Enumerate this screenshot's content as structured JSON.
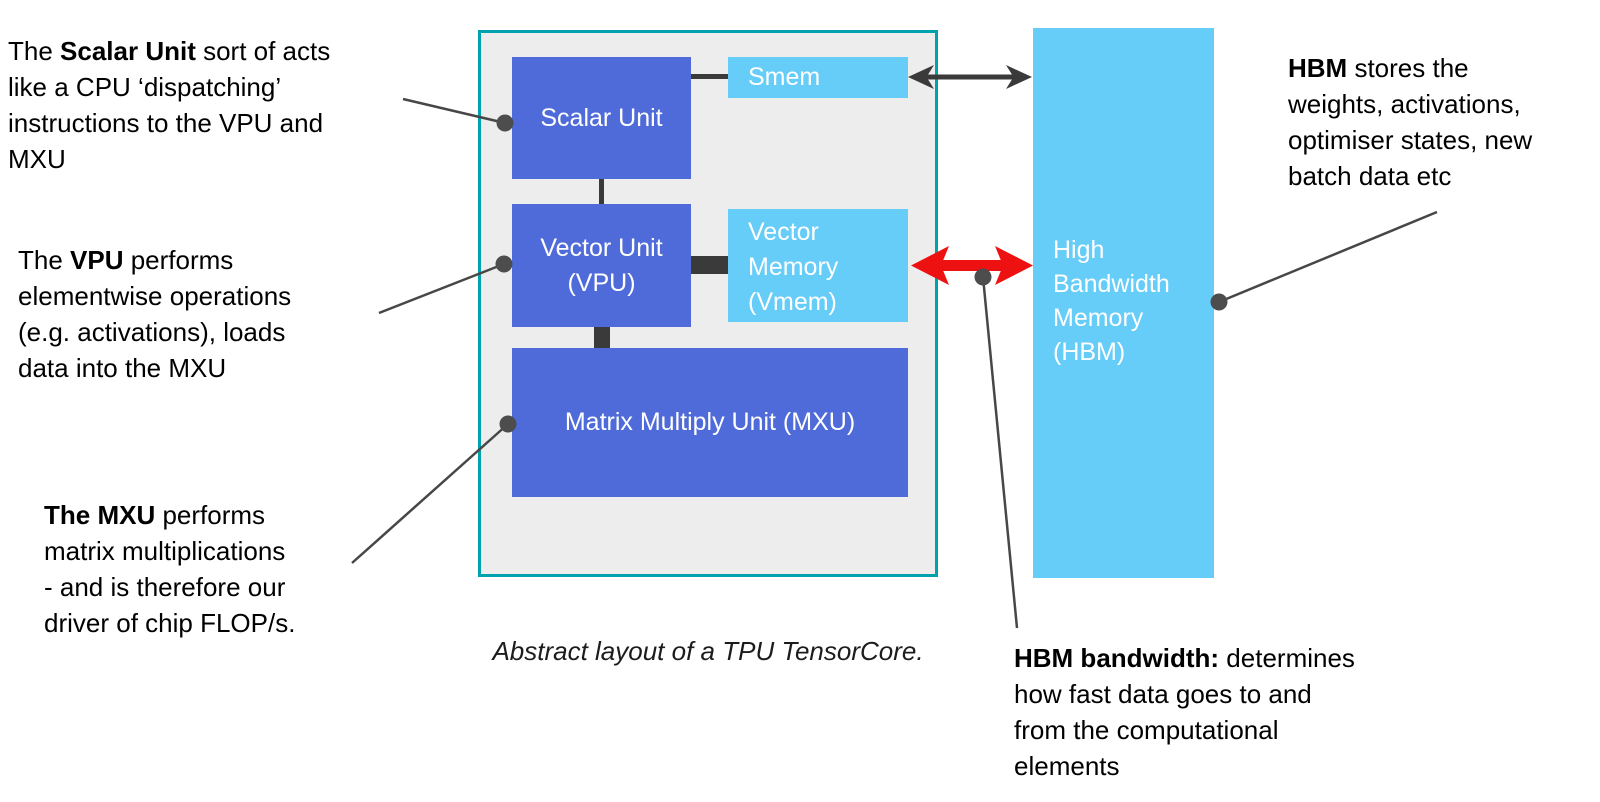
{
  "annotations": {
    "scalar_unit_note": {
      "lines": [
        [
          {
            "t": "The "
          },
          {
            "t": "Scalar Unit",
            "b": true
          },
          {
            "t": " sort of acts"
          }
        ],
        [
          {
            "t": "like a CPU ‘dispatching’"
          }
        ],
        [
          {
            "t": "instructions to the VPU and"
          }
        ],
        [
          {
            "t": "MXU"
          }
        ]
      ]
    },
    "vpu_note": {
      "lines": [
        [
          {
            "t": "The "
          },
          {
            "t": "VPU",
            "b": true
          },
          {
            "t": " performs"
          }
        ],
        [
          {
            "t": "elementwise operations"
          }
        ],
        [
          {
            "t": "(e.g. activations), loads"
          }
        ],
        [
          {
            "t": "data into the MXU"
          }
        ]
      ]
    },
    "mxu_note": {
      "lines": [
        [
          {
            "t": "The MXU",
            "b": true
          },
          {
            "t": " performs"
          }
        ],
        [
          {
            "t": "matrix multiplications"
          }
        ],
        [
          {
            "t": "- and is therefore our"
          }
        ],
        [
          {
            "t": "driver of chip FLOP/s."
          }
        ]
      ]
    },
    "hbm_note": {
      "lines": [
        [
          {
            "t": "HBM",
            "b": true
          },
          {
            "t": " stores the"
          }
        ],
        [
          {
            "t": "weights, activations,"
          }
        ],
        [
          {
            "t": "optimiser states, new"
          }
        ],
        [
          {
            "t": "batch data etc"
          }
        ]
      ]
    },
    "hbm_bandwidth_note": {
      "lines": [
        [
          {
            "t": "HBM bandwidth:",
            "b": true
          },
          {
            "t": " determines"
          }
        ],
        [
          {
            "t": "how fast data goes to and"
          }
        ],
        [
          {
            "t": "from the computational"
          }
        ],
        [
          {
            "t": "elements"
          }
        ]
      ]
    }
  },
  "tensorcore": {
    "caption": "Abstract layout of a TPU TensorCore.",
    "blocks": {
      "scalar_unit": {
        "label": "Scalar Unit"
      },
      "smem": {
        "label": "Smem"
      },
      "vector_unit": {
        "lines": [
          "Vector Unit",
          "(VPU)"
        ]
      },
      "vector_memory": {
        "lines": [
          "Vector",
          "Memory",
          "(Vmem)"
        ]
      },
      "mxu": {
        "label": "Matrix Multiply Unit (MXU)"
      }
    }
  },
  "hbm": {
    "lines": [
      "High",
      "Bandwidth",
      "Memory",
      "(HBM)"
    ]
  },
  "colors": {
    "compute_block_blue": "#4f6bd9",
    "memory_block_light_blue": "#66ccf8",
    "tensorcore_fill": "#ededed",
    "tensorcore_border_teal": "#00a2ae",
    "connector_dark_gray": "#3a3a3a",
    "hbm_vmem_arrow_red": "#ee1111",
    "block_text_white": "#ffffff",
    "annotation_text_black": "#000000"
  }
}
